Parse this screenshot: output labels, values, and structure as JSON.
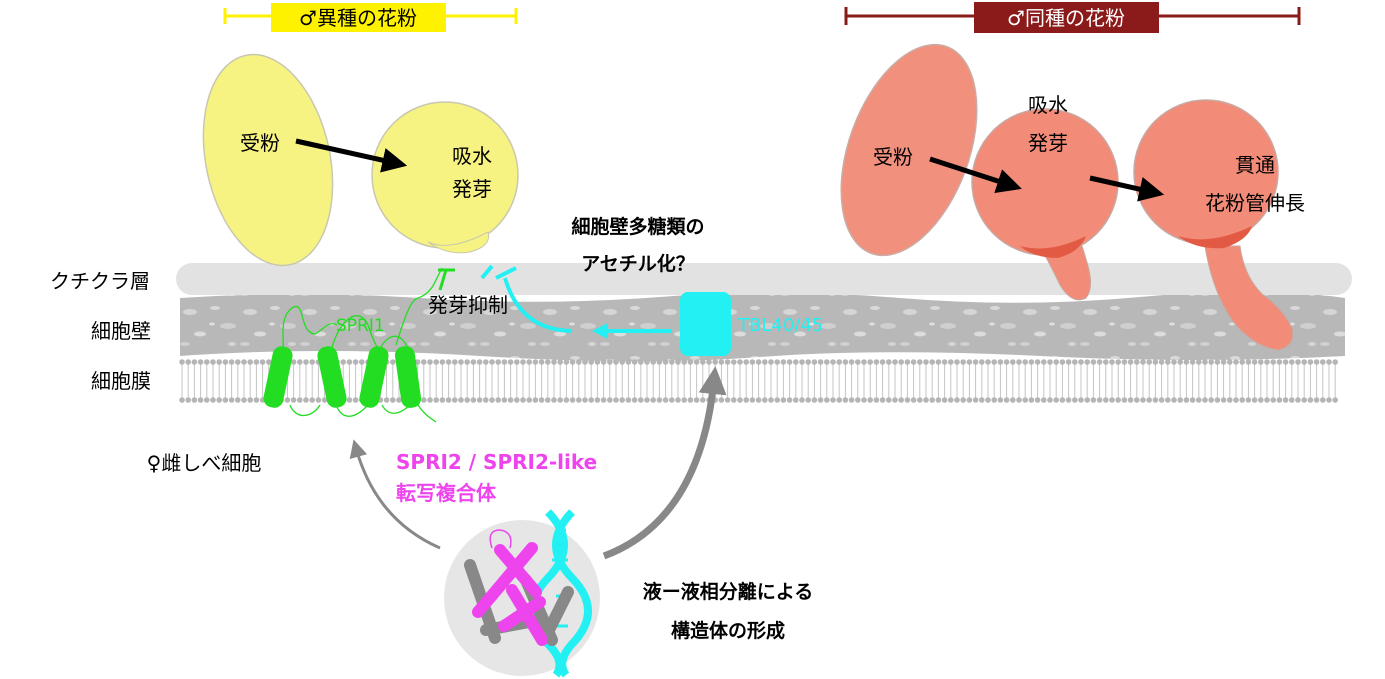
{
  "header": {
    "heterospecific": "♂異種の花粉",
    "conspecific": "♂同種の花粉"
  },
  "colors": {
    "yellow_pollen": "#f7f383",
    "red_pollen": "#f28b78",
    "spri1_green": "#22dd22",
    "tbl_cyan": "#22f0f2",
    "complex_magenta": "#ee44ee",
    "dark_red": "#8b1a1a",
    "header_yellow": "#fff200"
  },
  "layers": {
    "cuticle": "クチクラ層",
    "cell_wall": "細胞壁",
    "membrane": "細胞膜",
    "pistil_cell": "♀雌しべ細胞"
  },
  "left_pollen": {
    "pollination": "受粉",
    "hydration": "吸水",
    "germination": "発芽"
  },
  "right_pollen": {
    "pollination": "受粉",
    "hydration": "吸水",
    "germination": "発芽",
    "penetration": "貫通",
    "tube_growth": "花粉管伸長"
  },
  "labels": {
    "germination_inhibition": "発芽抑制",
    "spri1": "SPRI1",
    "tbl": "TBL40/45",
    "acetylation_line1": "細胞壁多糖類の",
    "acetylation_line2": "アセチル化？",
    "complex_line1": "SPRI2 / SPRI2-like",
    "complex_line2": "転写複合体",
    "llps_line1": "液ー液相分離による",
    "llps_line2": "構造体の形成"
  }
}
